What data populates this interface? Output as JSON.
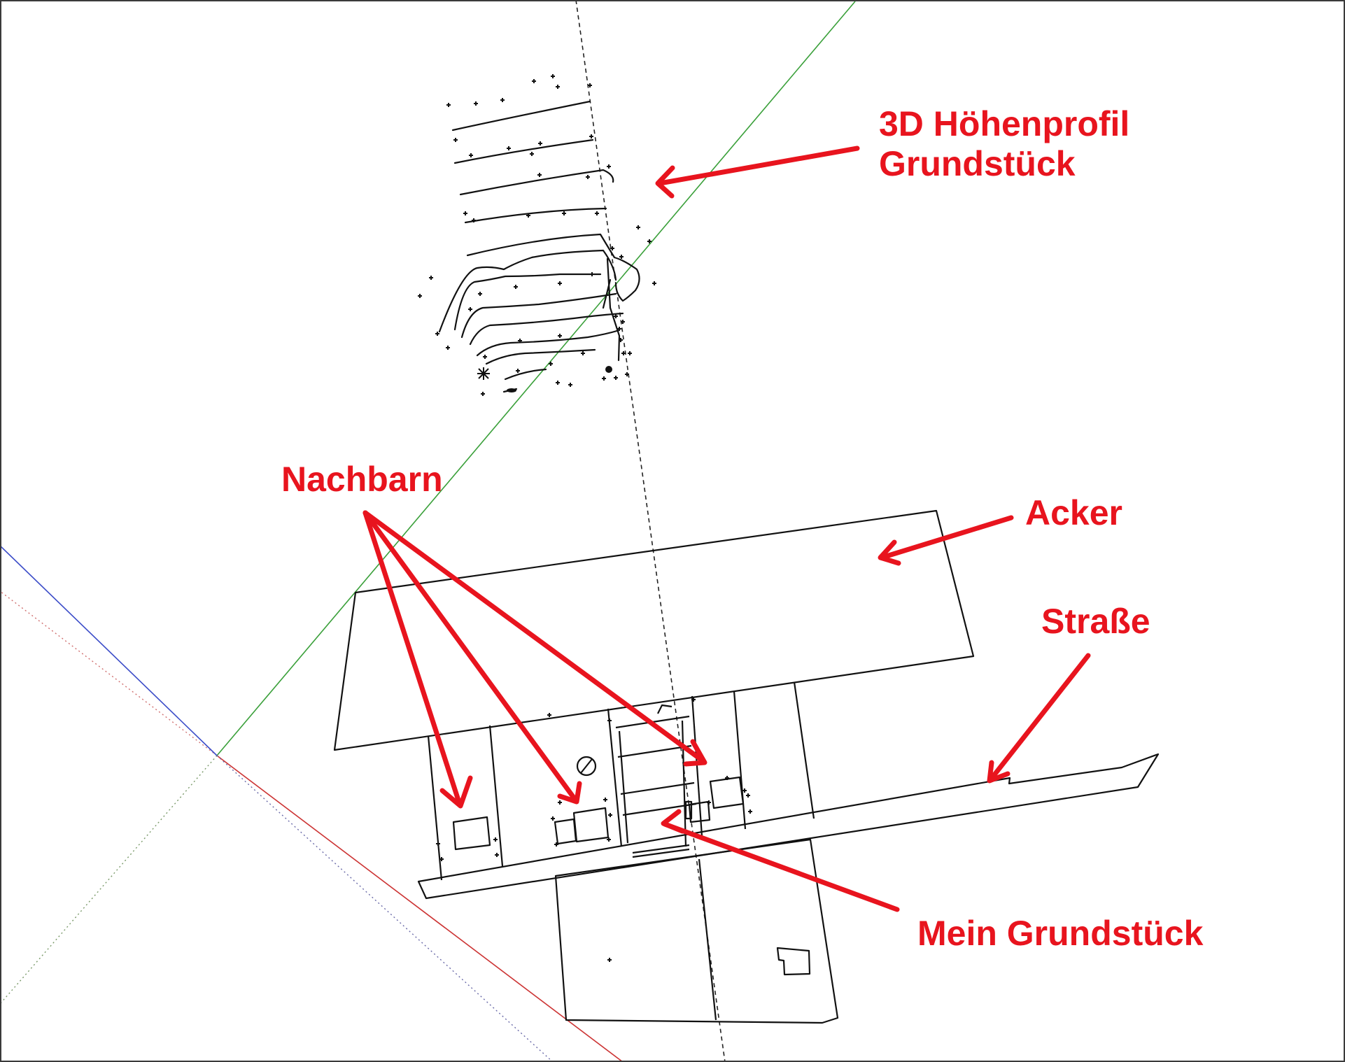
{
  "colors": {
    "annotation": "#e8141e",
    "drawing": "#111111",
    "axis_green": "#3aa03a",
    "axis_red": "#cc3333",
    "axis_blue": "#3b4cc8",
    "background": "#ffffff"
  },
  "labels": {
    "hoehenprofil_line1": "3D Höhenprofil",
    "hoehenprofil_line2": "Grundstück",
    "nachbarn": "Nachbarn",
    "acker": "Acker",
    "strasse": "Straße",
    "mein_grundstueck": "Mein Grundstück"
  }
}
